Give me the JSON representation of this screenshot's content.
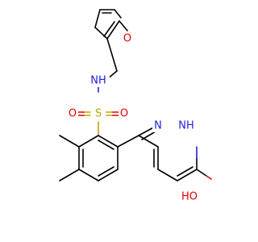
{
  "atoms": {
    "furan_O": {
      "text": "O",
      "element": "O"
    },
    "amide_NH": {
      "text": "NH",
      "element": "N"
    },
    "sulfur": {
      "text": "S",
      "element": "S"
    },
    "sulfonyl_O_left": {
      "text": "O",
      "element": "O"
    },
    "sulfonyl_O_right": {
      "text": "O",
      "element": "O"
    },
    "ring_N": {
      "text": "N",
      "element": "N"
    },
    "ring_NH": {
      "text": "NH",
      "element": "N"
    },
    "keto_HO": {
      "text": "HO",
      "element": "O"
    }
  },
  "colors": {
    "carbon_bond": "#000000",
    "oxygen": "#e60000",
    "nitrogen": "#2020e0",
    "sulfur": "#b8a800",
    "background": "#ffffff"
  }
}
